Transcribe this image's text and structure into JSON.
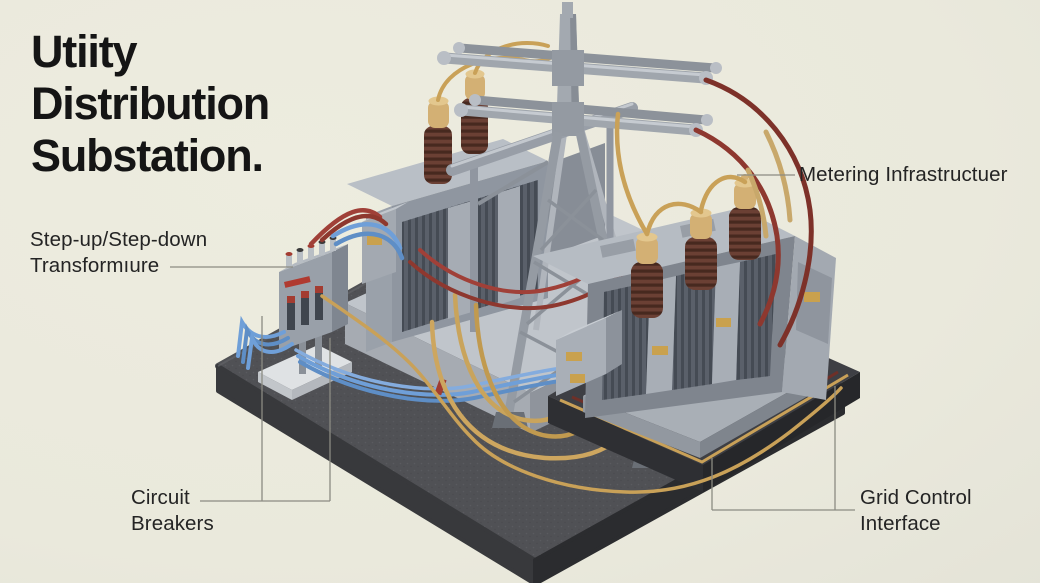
{
  "title": {
    "lines": [
      "Utiity",
      "Distribution",
      "Substation."
    ]
  },
  "labels": {
    "step_up": {
      "line1": "Step-up/Step-down",
      "line2": "Transformıure"
    },
    "metering": {
      "label": "Metering Infrastructuer"
    },
    "circuit": {
      "line1": "Circuit",
      "line2": "Breakers"
    },
    "grid": {
      "line1": "Grid Control",
      "line2": "Interface"
    }
  },
  "illustration": {
    "description": "Isometric 3D render of a utility distribution substation on a dark slab",
    "components": [
      "dark-base-platform",
      "concrete-pad",
      "step-transformer",
      "main-transformer",
      "lattice-tower",
      "circuit-breaker",
      "bushings",
      "grid-cable-loop"
    ],
    "colors": {
      "background": "#EAE9DC",
      "platform_top": "#505155",
      "platform_side": "#2B2C2F",
      "concrete": "#C0C5CB",
      "steel": "#9AA1AB",
      "fins": "#5A606A",
      "bushing_brown": "#6B4034",
      "cap_gold": "#D3B074",
      "wire_red": "#A04038",
      "wire_maroon": "#7D3129",
      "wire_blue": "#6F9FD8",
      "wire_gold": "#C9A158",
      "brass_plate": "#C9A14E",
      "leader_line": "#8B8B82",
      "text": "#242424"
    }
  }
}
